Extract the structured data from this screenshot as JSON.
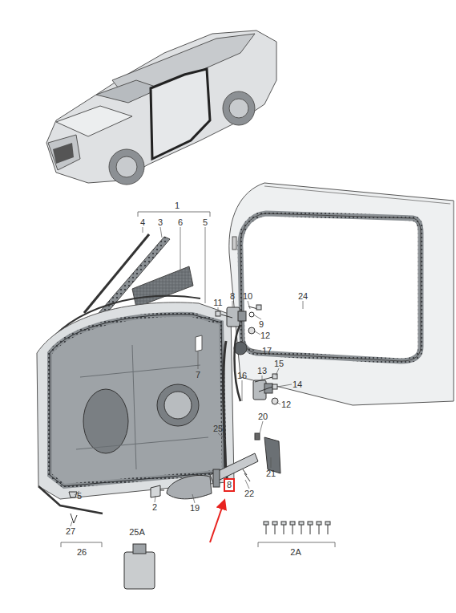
{
  "diagram": {
    "nodes": [
      {
        "text": [
          "8"
        ]
      }
    ],
    "labels": [
      "1",
      "4",
      "3",
      "6",
      "5",
      "11",
      "8",
      "10",
      "9",
      "12",
      "24",
      "7",
      "17",
      "16",
      "13",
      "15",
      "14",
      "12",
      "20",
      "25",
      "21",
      "5",
      "22",
      "2",
      "19",
      "27",
      "26",
      "25A",
      "2A"
    ]
  }
}
